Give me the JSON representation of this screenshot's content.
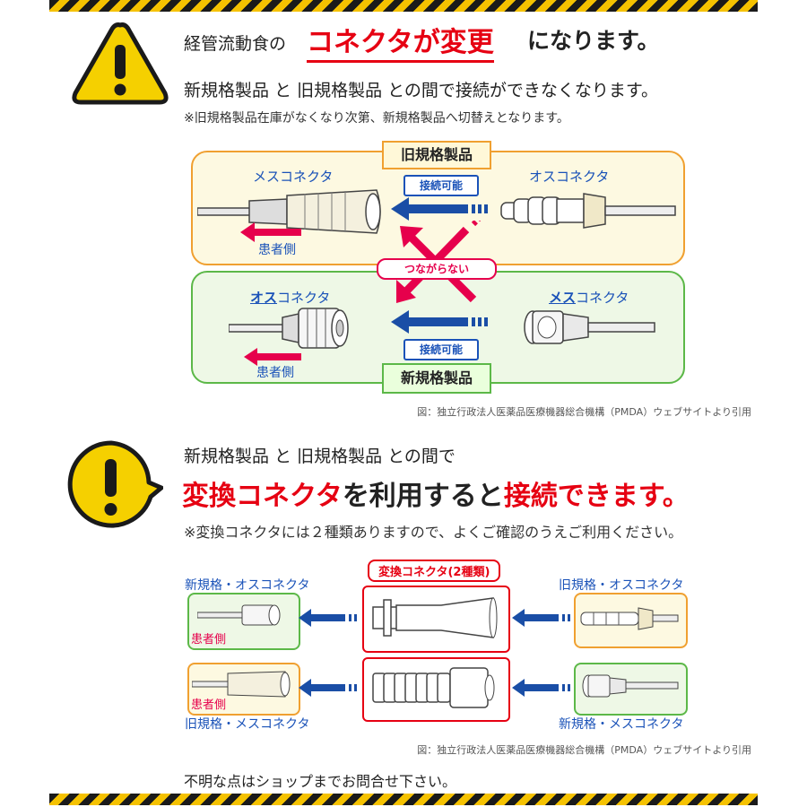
{
  "section1": {
    "headline_prefix": "経管流動食の",
    "headline_emph": "コネクタが変更",
    "headline_suffix": "になります。",
    "line2": "新規格製品 と 旧規格製品 との間で接続ができなくなります。",
    "note": "※旧規格製品在庫がなくなり次第、新規格製品へ切替えとなります。"
  },
  "diagram1": {
    "old_label": "旧規格製品",
    "new_label": "新規格製品",
    "old_left": "メスコネクタ",
    "old_right": "オスコネクタ",
    "connectable_top": "接続可能",
    "patient_top": "患者側",
    "not_connect": "つながらない",
    "new_left_emph": "オス",
    "new_left_rest": "コネクタ",
    "new_right_emph": "メス",
    "new_right_rest": "コネクタ",
    "connectable_bottom": "接続可能",
    "patient_bottom": "患者側",
    "caption": "図：独立行政法人医薬品医療機器総合機構（PMDA）ウェブサイトより引用"
  },
  "section2": {
    "line1": "新規格製品 と 旧規格製品 との間で",
    "h_conv": "変換コネクタ",
    "h_use": "を利用すると",
    "h_conn": "接続できます。",
    "note": "※変換コネクタには２種類ありますので、よくご確認のうえご利用ください。"
  },
  "diagram2": {
    "conv_title": "変換コネクタ(2種類)",
    "tl": "新規格・オスコネクタ",
    "tr": "旧規格・オスコネクタ",
    "patient1": "患者側",
    "patient2": "患者側",
    "bl": "旧規格・メスコネクタ",
    "br": "新規格・メスコネクタ",
    "caption": "図：独立行政法人医薬品医療機器総合機構（PMDA）ウェブサイトより引用"
  },
  "footer": {
    "text": "不明な点はショップまでお問合せ下さい。"
  },
  "colors": {
    "accent_red": "#e60012",
    "accent_blue": "#1a52b8",
    "warning_yellow": "#f5c200",
    "old_bg": "#fdf9e1",
    "new_bg": "#eef8e6"
  },
  "icons": [
    "warning-triangle-icon",
    "warning-bubble-icon",
    "arrow-left-icon",
    "connector-icon"
  ]
}
